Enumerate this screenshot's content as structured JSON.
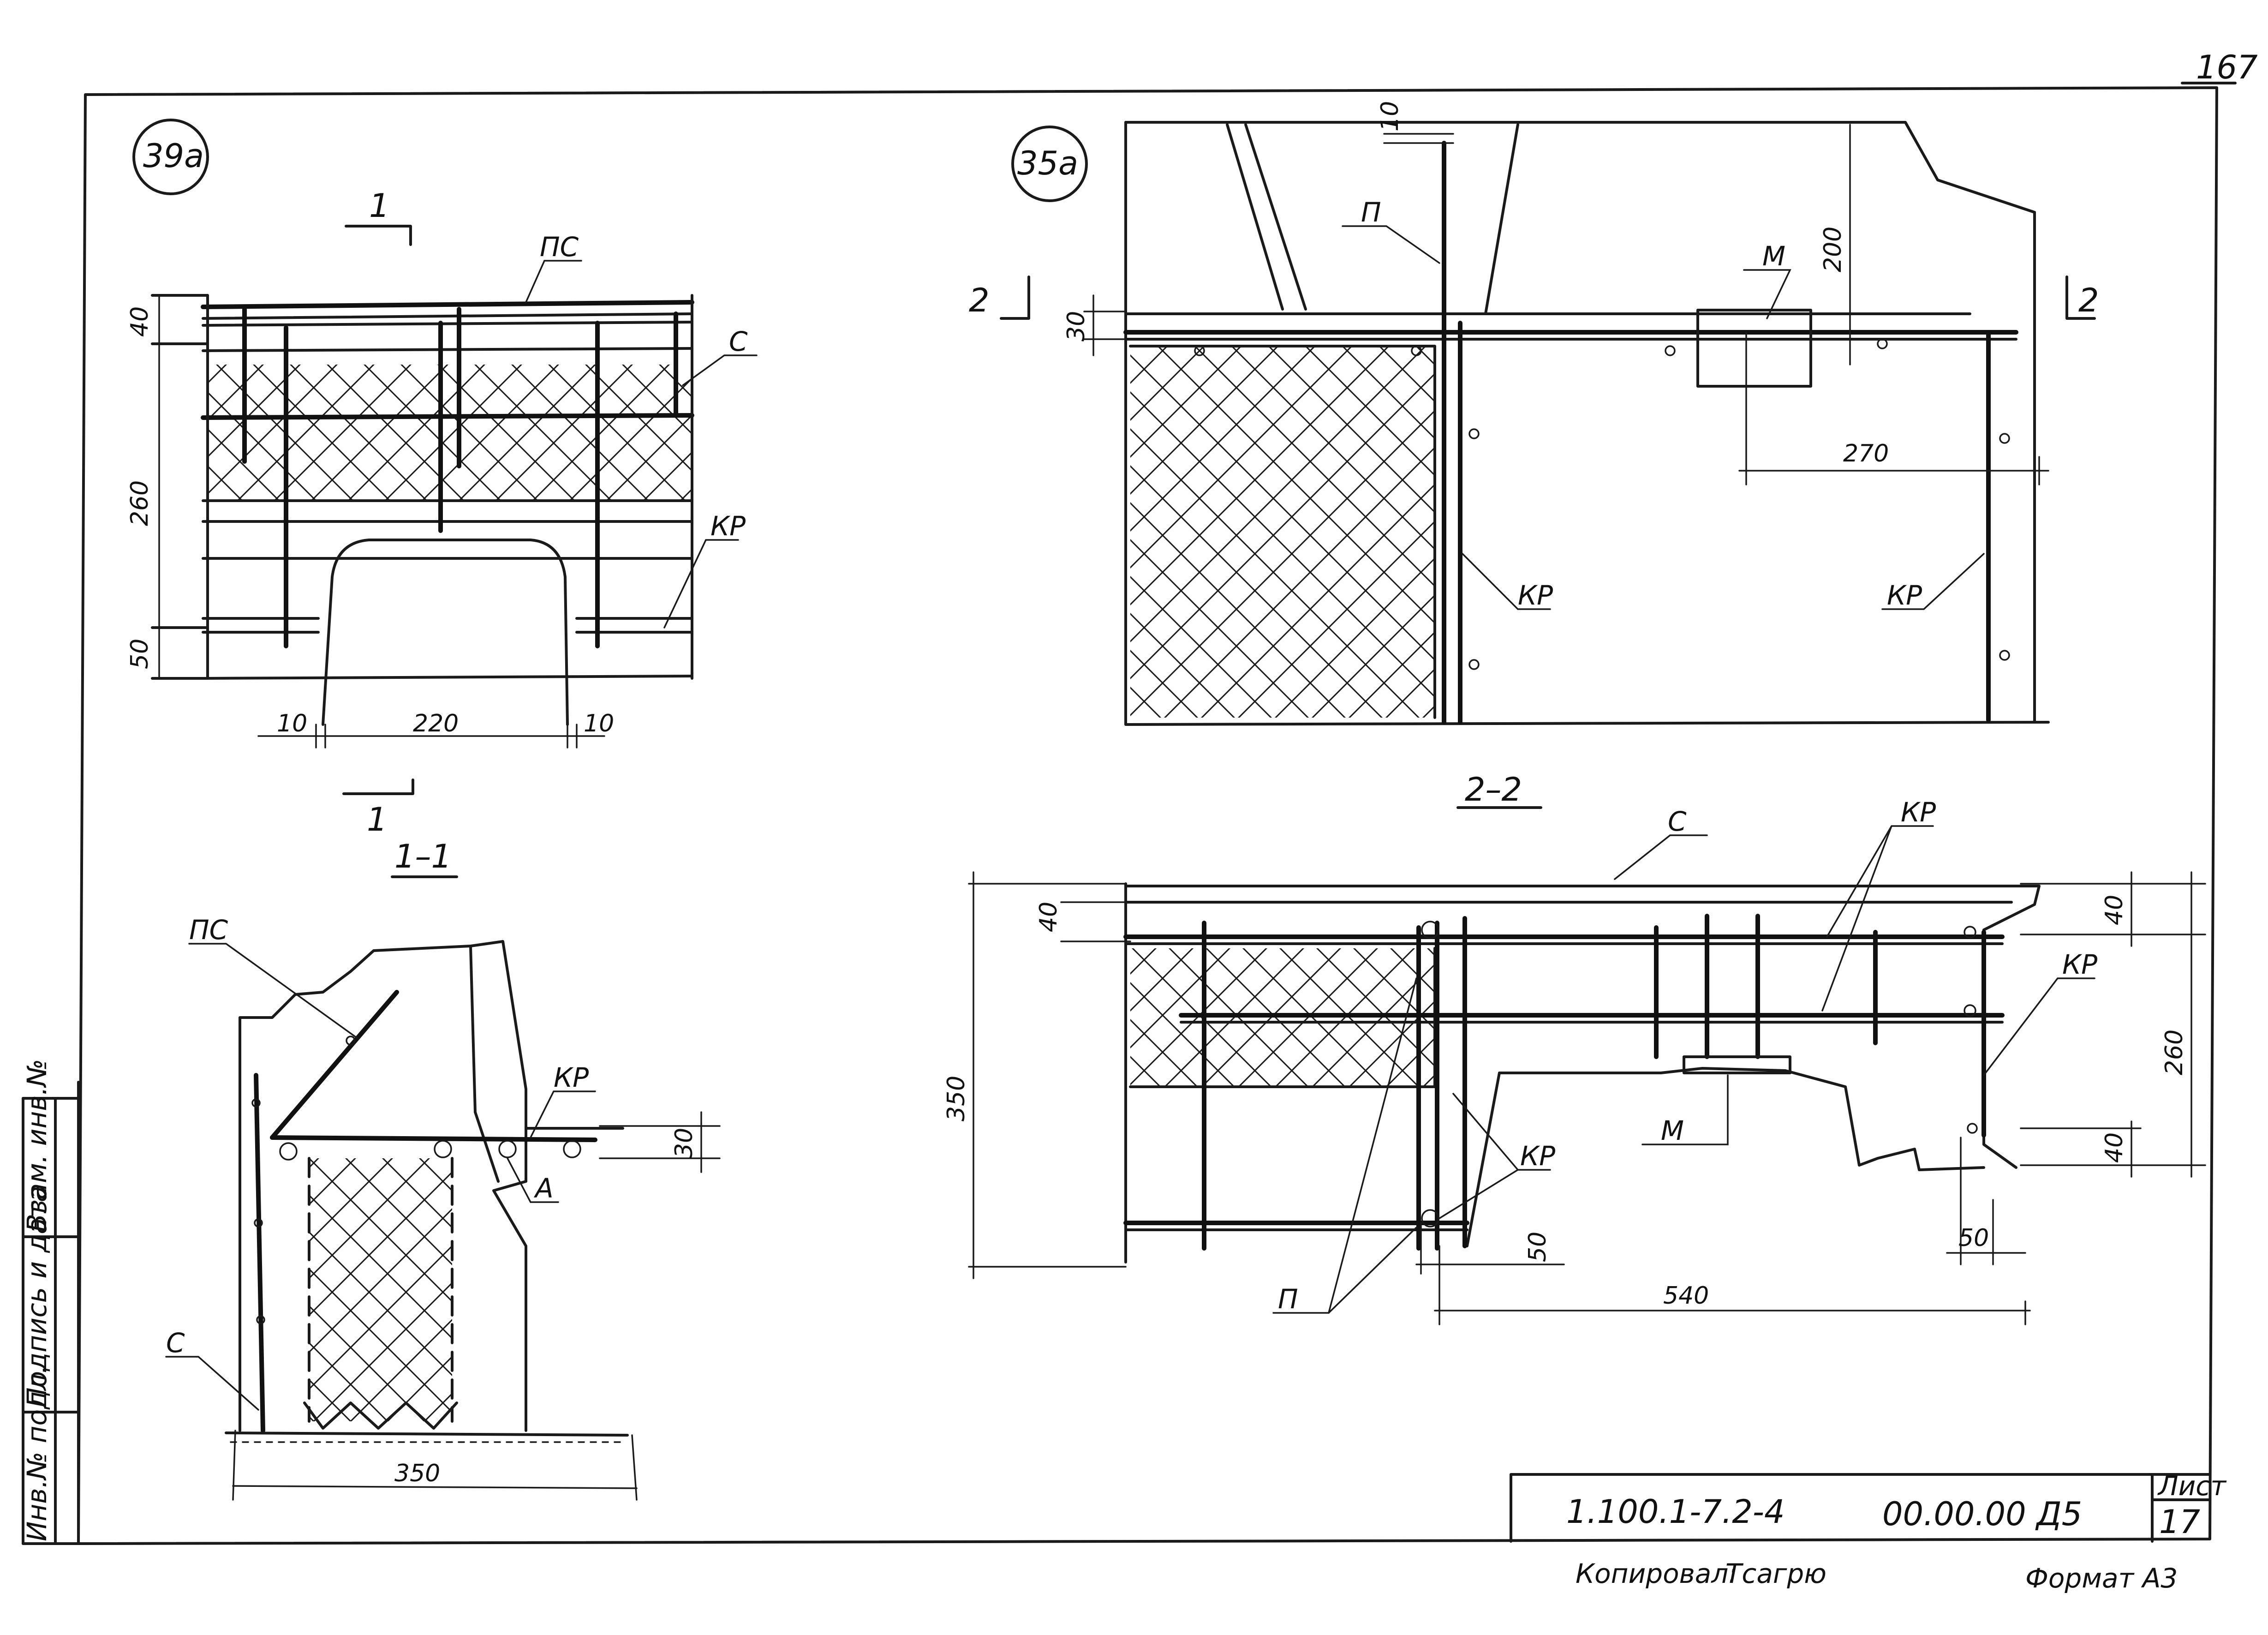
{
  "sheet": {
    "page_number_top": "167",
    "doc_code": "1.100.1-7.2-4",
    "drawing_code": "00.00.00 Д5",
    "sheet_label": "Лист",
    "sheet_number": "17",
    "copied_label": "Копировал:",
    "copied_signature": "Тсагрю",
    "format_label": "Формат А3"
  },
  "side_stamp": {
    "inv_no": "Инв.№ подл.",
    "sign_date": "Подпись и дата",
    "vzam_inv": "Взам. инв.№"
  },
  "view_39a": {
    "marker": "39а",
    "section_mark_top": "1",
    "section_mark_bottom": "1",
    "label_ps": "ПС",
    "label_c": "С",
    "label_kr": "КР",
    "dim_40": "40",
    "dim_260": "260",
    "dim_50": "50",
    "dim_10_left": "10",
    "dim_220": "220",
    "dim_10_right": "10"
  },
  "section_1_1": {
    "title": "1–1",
    "label_ps": "ПС",
    "label_kr": "КР",
    "label_a": "А",
    "label_c": "С",
    "dim_30": "30",
    "dim_350": "350"
  },
  "view_35a": {
    "marker": "35а",
    "section_mark_left": "2",
    "section_mark_right": "2",
    "label_p": "П",
    "label_m": "М",
    "label_kr_left": "КР",
    "label_kr_right": "КР",
    "dim_10": "10",
    "dim_30": "30",
    "dim_200": "200",
    "dim_270": "270"
  },
  "section_2_2": {
    "title": "2–2",
    "label_c": "С",
    "label_kr_top": "КР",
    "label_kr_right": "КР",
    "label_kr_bottom": "КР",
    "label_m": "М",
    "label_p": "П",
    "dim_40_left": "40",
    "dim_350": "350",
    "dim_40_right_top": "40",
    "dim_260": "260",
    "dim_40_right_bottom": "40",
    "dim_50_left": "50",
    "dim_540": "540",
    "dim_50_right": "50"
  }
}
